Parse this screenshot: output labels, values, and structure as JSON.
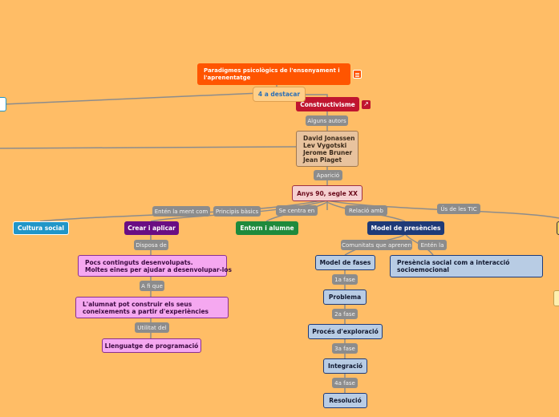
{
  "root": {
    "title_line1": "Paradigmes psicològics de l'ensenyament i",
    "title_line2": "l'aprenentatge",
    "menu_icon": "list-icon"
  },
  "highlight": "4 a destacar",
  "constructivism": {
    "label": "Constructivisme",
    "link_icon": "external-link-icon"
  },
  "labels": {
    "alguns_autors": "Alguns autors",
    "aparicio": "Aparició",
    "enten": "Entén la ment com",
    "principis": "Principis bàsics",
    "centra": "Se centra en",
    "relacio": "Relació amb",
    "us_tic": "Ús de les TIC",
    "disposa": "Disposa de",
    "a_fi": "A fi que",
    "utilitat": "Utilitat del",
    "comunitats": "Comunitats que aprenen",
    "enten_la": "Entén la",
    "fase1": "1a fase",
    "fase2": "2a fase",
    "fase3": "3a fase",
    "fase4": "4a fase"
  },
  "authors": {
    "line1": "David Jonassen",
    "line2": "Lev Vygotski",
    "line3": "Jerome Bruner",
    "line4": "Jean Piaget"
  },
  "era": "Anys 90, segle XX",
  "topics": {
    "cultura": "Cultura social",
    "crear": "Crear i aplicar",
    "entorn": "Entorn i alumne",
    "model_presencies": "Model de presències"
  },
  "crear_branch": {
    "continguts_line1": "Pocs continguts desenvolupats.",
    "continguts_line2": "Moltes eines per ajudar a desenvolupar-los",
    "alumnat_line1": "L'alumnat pot construir els seus",
    "alumnat_line2": "coneixements a partir d'experiències",
    "llenguatge": "Llenguatge de programació"
  },
  "model_branch": {
    "model_fases": "Model de fases",
    "presencia_line1": "Presència social com a interacció",
    "presencia_line2": "socioemocional",
    "problema": "Problema",
    "proces": "Procés d'exploració",
    "integracio": "Integració",
    "resolucio": "Resolució"
  },
  "colors": {
    "background": "#FFBD66",
    "root": "#FF5500",
    "constructivism": "#C0152F",
    "cultura": "#2196C8",
    "crear": "#6A0D83",
    "entorn": "#1E8A3C",
    "model": "#1E3A78",
    "pink_child": "#F5A8F0",
    "blue_child": "#B8CCE4",
    "tan_child": "#E8C39E",
    "era_fill": "#F5D0D0",
    "connector": "#8C8C8C"
  }
}
